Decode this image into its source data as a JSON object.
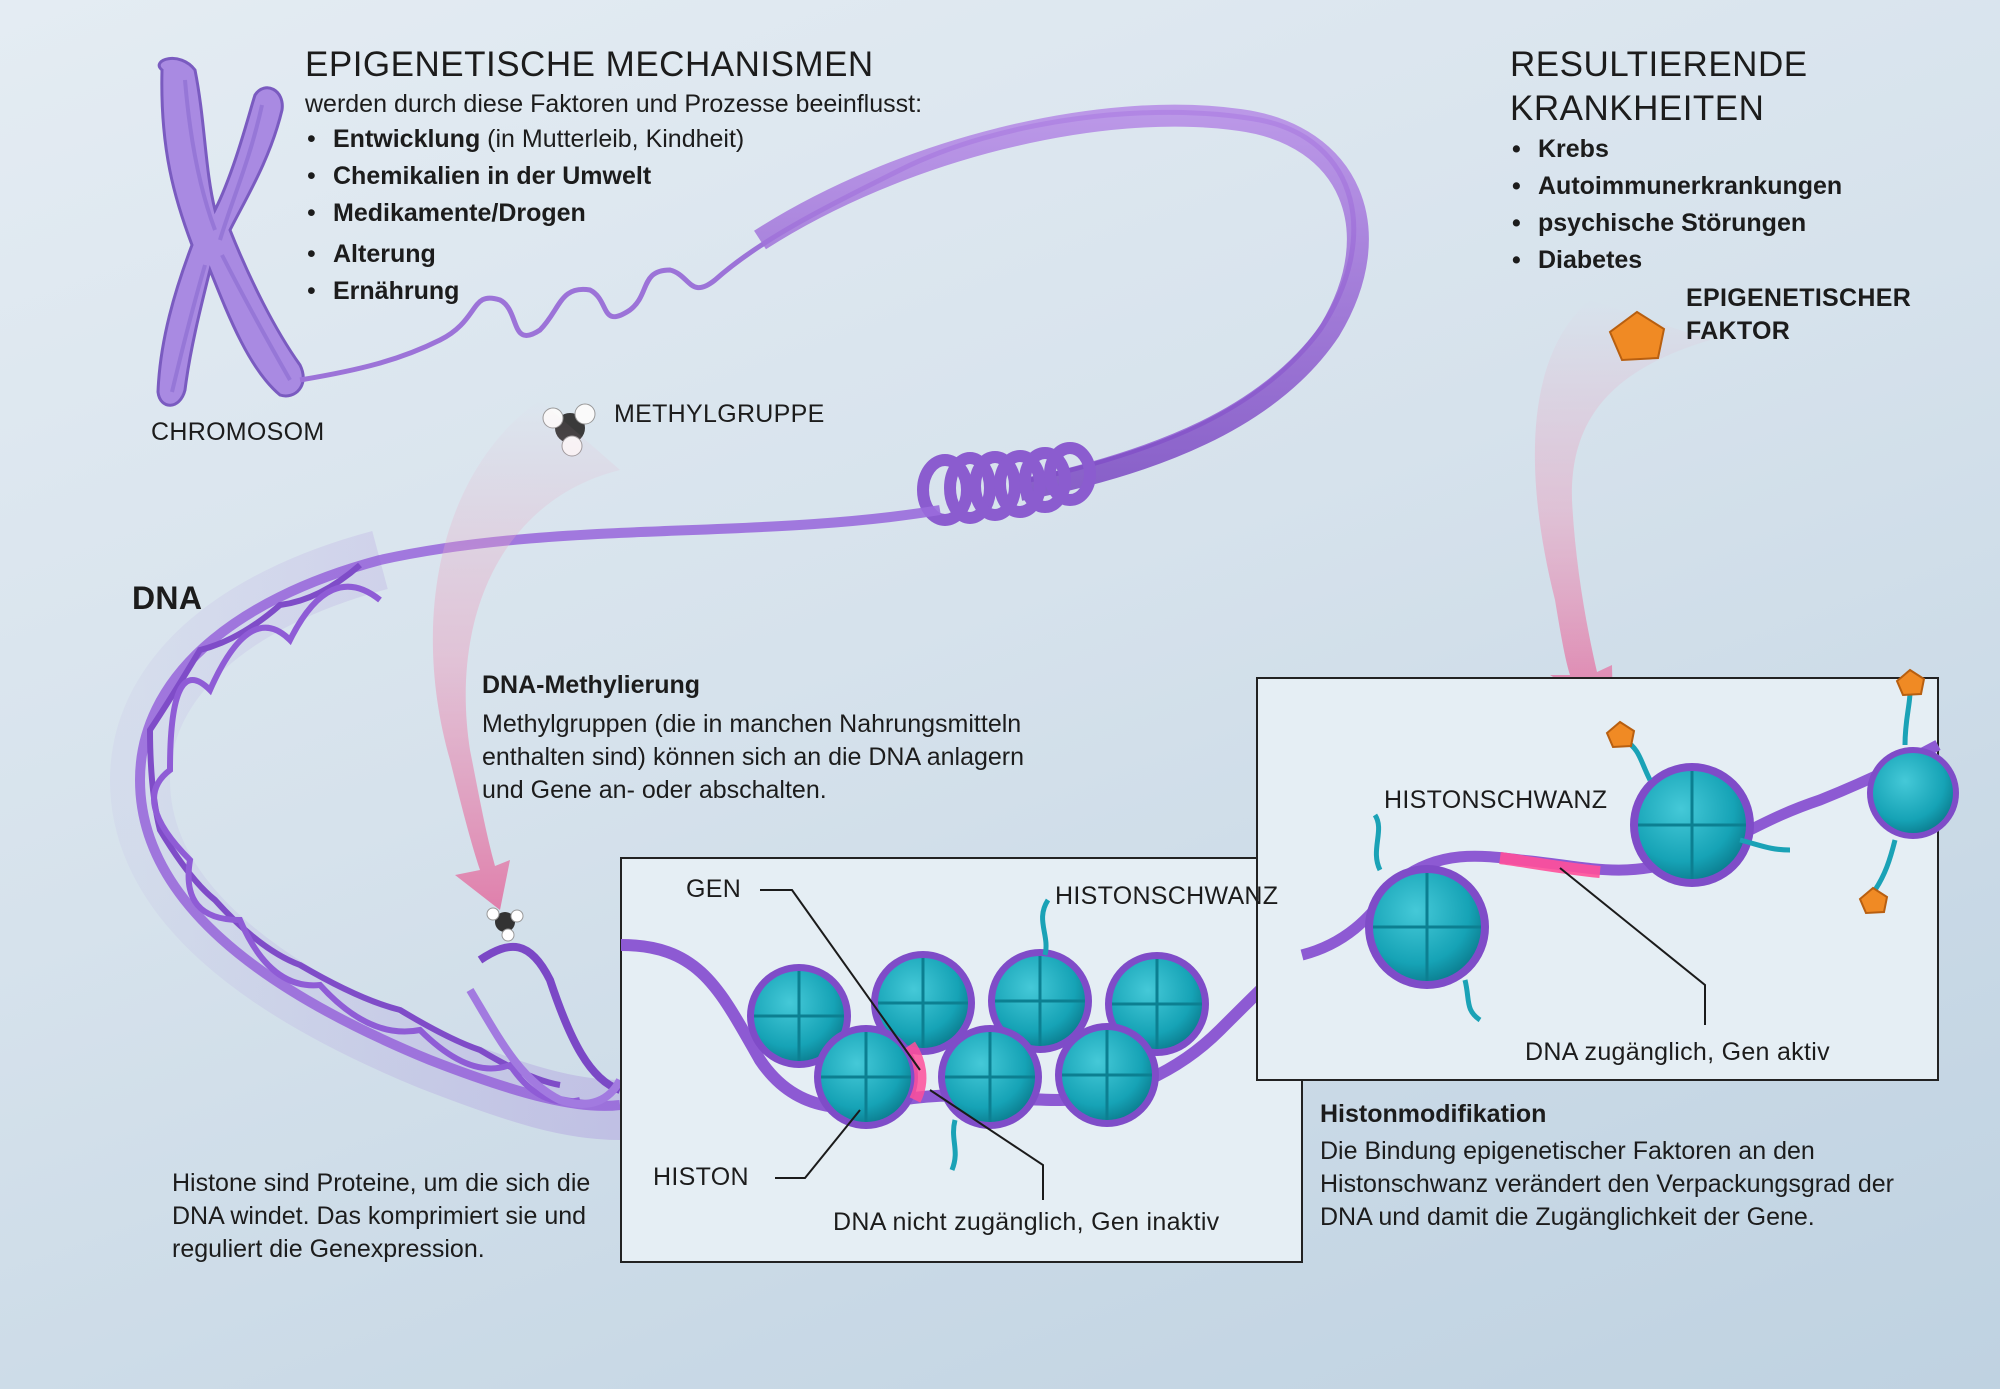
{
  "mechanisms": {
    "heading": "EPIGENETISCHE MECHANISMEN",
    "subheading": "werden durch diese Faktoren und Prozesse beeinflusst:",
    "items": [
      {
        "bold": "Entwicklung",
        "rest": " (in Mutterleib, Kindheit)"
      },
      {
        "bold": "Chemikalien in der Umwelt",
        "rest": ""
      },
      {
        "bold": "Medikamente/Drogen",
        "rest": ""
      },
      {
        "bold": "Alterung",
        "rest": ""
      },
      {
        "bold": "Ernährung",
        "rest": ""
      }
    ]
  },
  "diseases": {
    "heading_line1": "RESULTIERENDE",
    "heading_line2": "KRANKHEITEN",
    "items": [
      "Krebs",
      "Autoimmunerkrankungen",
      "psychische Störungen",
      "Diabetes"
    ]
  },
  "labels": {
    "chromosom": "CHROMOSOM",
    "dna": "DNA",
    "methylgruppe": "METHYLGRUPPE",
    "epi_factor_line1": "EPIGENETISCHER",
    "epi_factor_line2": "FAKTOR",
    "histonschwanz_left": "HISTONSCHWANZ",
    "histonschwanz_right": "HISTONSCHWANZ",
    "gen": "GEN",
    "histon": "HISTON",
    "dna_inactive": "DNA nicht zugänglich, Gen inaktiv",
    "dna_active": "DNA zugänglich, Gen aktiv"
  },
  "methylation": {
    "title": "DNA-Methylierung",
    "body": "Methylgruppen (die in manchen Nahrungsmitteln enthalten sind) können sich an die DNA anlagern und Gene an- oder abschalten."
  },
  "histones": {
    "body": "Histone sind Proteine, um die sich die DNA windet. Das komprimiert sie und reguliert die Genexpression."
  },
  "modification": {
    "title": "Histonmodifikation",
    "body": "Die Bindung epigenetischer Faktoren an den Histonschwanz verändert den Verpackungsgrad der DNA und damit die Zugänglichkeit der Gene."
  },
  "colors": {
    "dna_purple": "#9b6fd6",
    "dna_dark": "#6a3fb0",
    "histone_teal": "#1ea6b8",
    "highlight_pink": "#ff4f9a",
    "factor_orange": "#f08a24",
    "arrow_pink": "#e7a6c4"
  }
}
